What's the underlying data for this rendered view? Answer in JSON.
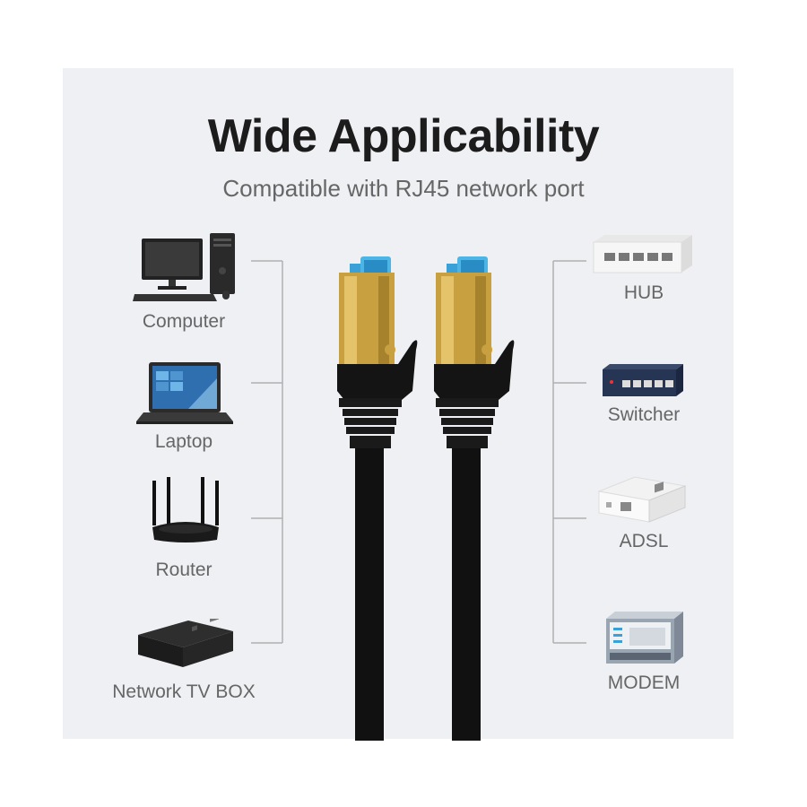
{
  "header": {
    "title": "Wide Applicability",
    "subtitle": "Compatible with RJ45 network port"
  },
  "left_devices": [
    {
      "label": "Computer",
      "icon": "computer-icon"
    },
    {
      "label": "Laptop",
      "icon": "laptop-icon"
    },
    {
      "label": "Router",
      "icon": "router-icon"
    },
    {
      "label": "Network TV BOX",
      "icon": "tv-box-icon"
    }
  ],
  "right_devices": [
    {
      "label": "HUB",
      "icon": "hub-icon"
    },
    {
      "label": "Switcher",
      "icon": "switch-icon"
    },
    {
      "label": "ADSL",
      "icon": "adsl-modem-icon"
    },
    {
      "label": "MODEM",
      "icon": "modem-icon"
    }
  ],
  "colors": {
    "panel": "#eef0f3",
    "cable": "#111111",
    "connector_gold": "#c9a040",
    "clip_blue": "#3aa0d8",
    "line": "#b0b0b0"
  }
}
